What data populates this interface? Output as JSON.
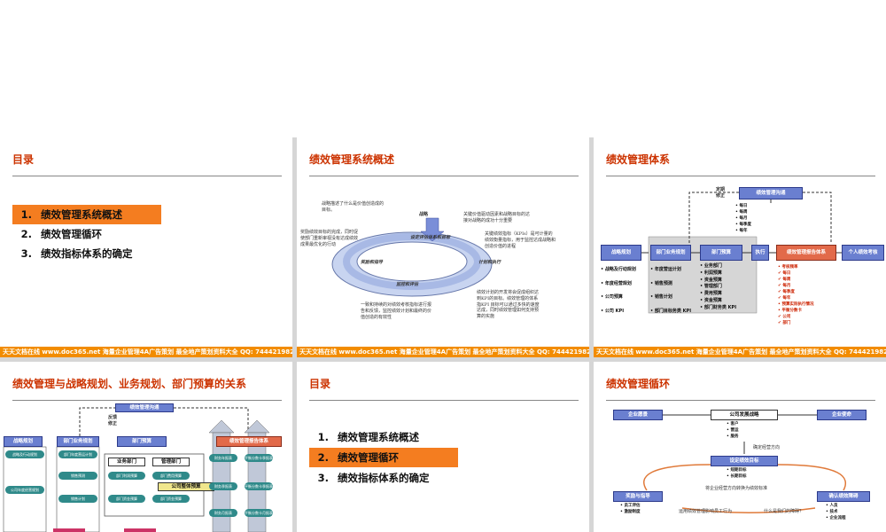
{
  "footer": {
    "text": "天天文档在线  www.doc365.net  海量企业管理4A广告策划 最全地产策划资料大全  QQ: 744421982"
  },
  "slide1": {
    "title": "目录",
    "items": [
      {
        "num": "1.",
        "label": "绩效管理系统概述"
      },
      {
        "num": "2.",
        "label": "绩效管理循环"
      },
      {
        "num": "3.",
        "label": "绩效指标体系的确定"
      }
    ]
  },
  "slide2": {
    "title": "绩效管理系统概述",
    "strategy_note": "战略描述了什么是价值创造成的\n目标。",
    "strategy": "战略",
    "kpi_note1": "关键价值驱动因素和战略目标的达\n接对战略的成功十分重要",
    "kpi_note2": "关键绩效指标（KPIs）是可计量的\n绩效衡量指标，用于监控达成战略和\n创造价值的进程",
    "reward_note": "奖励绩效目标的完成，同时促\n使部门重新审视没有达成绩效\n成果最优化的行动",
    "ring_top": "设定评估体系和目标",
    "ring_left": "奖励和指导",
    "ring_right": "计划和执行",
    "ring_bottom": "监控和评估",
    "monitor_note": "一致和持续的对绩效考核指标进行报\n告和反馈，监控绩效计划和最终的价\n值创造的有效性",
    "plan_note": "绩效计划的开发将会促成组织达\n到KPI的目标。绩效管理的体系\n指KPI 目标可以通过多快的速度\n达成，同时绩效管理如何支持预\n算的实施"
  },
  "slide3": {
    "title": "绩效管理体系",
    "comm": "绩效管理沟通",
    "comm_side": "定期\n修正",
    "freq": "• 每日\n• 每周\n• 每月\n• 每季度\n• 每年",
    "strategy": "战略规划",
    "dept_biz": "部门业务规划",
    "dept_budget": "部门预算",
    "execute": "执行",
    "report": "绩效管理报告体系",
    "personal": "个人绩效考核",
    "col1": "• 战略及行动规划\n\n• 年度经营规划\n\n• 公司预算\n\n• 公司 KPI",
    "col2": "• 年度营运计划\n\n• 销售预测\n\n• 销售计划\n\n• 部门目标务类 KPI",
    "col3": "• 业务部门\n   • 利润预算\n   • 资金预算\n• 管理部门\n   • 费用预算\n   • 资金预算\n• 部门财务类 KPI",
    "col4": "• 考核频率\n   ✔ 每日\n   ✔ 每周\n   ✔ 每月\n   ✔ 每季度\n   ✔ 每年\n• 预算实际执行情况\n• 平衡分数卡\n   ✔ 公司\n   ✔ 部门"
  },
  "slide4": {
    "title": "绩效管理与战略规划、业务规划、部门预算的关系",
    "comm": "绩效管理沟通",
    "side": "反馈\n修正",
    "strategy": "战略规划",
    "dept_biz": "部门业务规划",
    "dept_budget": "部门预算",
    "report": "绩效管理报告体系",
    "biz_dept": "业务部门",
    "mgmt_dept": "管理部门",
    "overall_budget": "公司整体预算",
    "s_items": [
      "战略及行动规划",
      "公司年度经营规划"
    ],
    "b_items": [
      "部门年度营运计划",
      "销售预测",
      "销售计划"
    ],
    "biz_items": [
      "部门利润预算",
      "部门资金预算"
    ],
    "mgmt_items": [
      "部门费用预算",
      "部门资金预算"
    ],
    "r_items": [
      "财务年报表",
      "平衡分数卡季报表",
      "财务季报表",
      "平衡分数卡季报表",
      "财务月报表",
      "平衡分数卡月报表"
    ]
  },
  "slide5": {
    "title": "目录",
    "items": [
      {
        "num": "1.",
        "label": "绩效管理系统概述"
      },
      {
        "num": "2.",
        "label": "绩效管理循环"
      },
      {
        "num": "3.",
        "label": "绩效指标体系的确定"
      }
    ]
  },
  "slide6": {
    "title": "绩效管理循环",
    "vision": "企业愿景",
    "dev": "公司发展战略",
    "mission": "企业使命",
    "dev_items": "• 客户\n• 营运\n• 服务",
    "direction": "确定经营方向",
    "goal": "设定绩效目标",
    "goal_items": "• 短期目标\n• 长期目标",
    "translate": "将企业经营方向转换为绩效标准",
    "reward": "奖励与指导",
    "reward_items": "• 员工评估\n• 激励制度",
    "confirm": "确认绩效障碍",
    "confirm_items": "• 人员\n• 技术\n• 企业流程",
    "q1": "运用绩效管理影响员工行为",
    "q2": "什么是我们的障碍？"
  }
}
